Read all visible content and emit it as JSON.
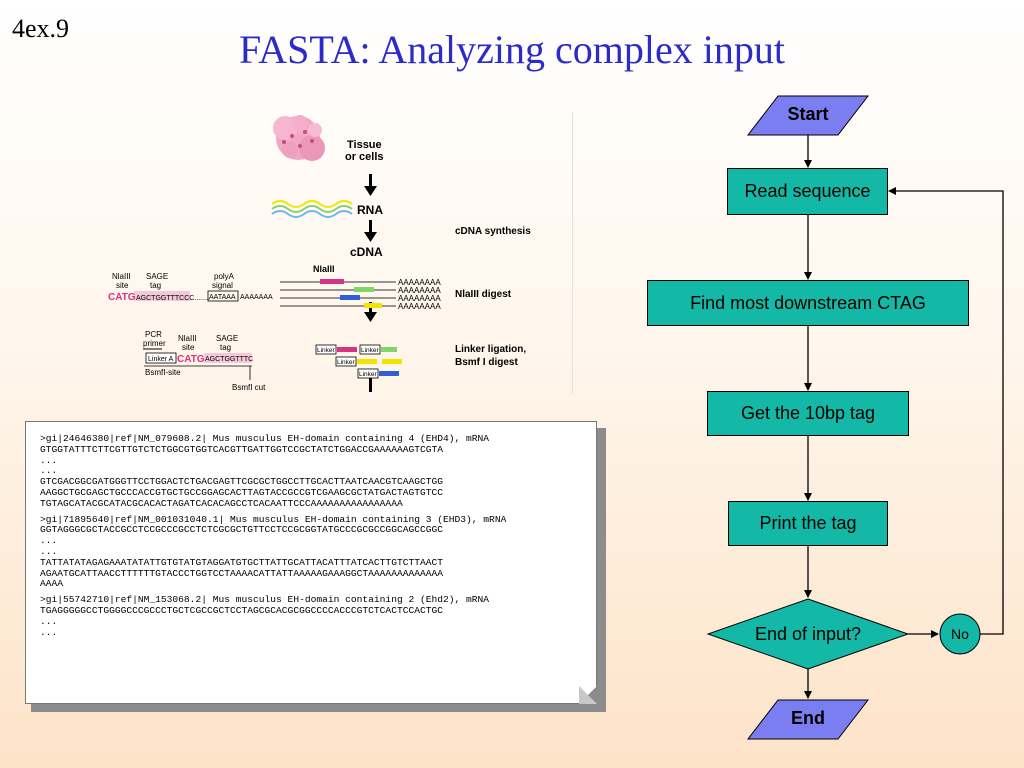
{
  "slide": {
    "number": "4ex.9",
    "title": "FASTA:  Analyzing complex input"
  },
  "sage_figure": {
    "tissue_label_1": "Tissue",
    "tissue_label_2": "or cells",
    "rna": "RNA",
    "cdna": "cDNA",
    "cdna_synthesis": "cDNA synthesis",
    "nlaiii": "NlaIII",
    "polyA": "AAAAAAAA",
    "nlaiii_digest": "NlaIII digest",
    "nlaiii_site_1": "NlaIII",
    "nlaiii_site_2": "site",
    "sage_tag_1": "SAGE",
    "sage_tag_2": "tag",
    "polyA_signal_1": "polyA",
    "polyA_signal_2": "signal",
    "catg": "CATG",
    "tag_seq": "AGCTGGTTTCCC........",
    "aataaa": "AATAAA",
    "aaaa_tail": "AAAAAAA",
    "pcr_primer_1": "PCR",
    "pcr_primer_2": "primer",
    "linker_a": "Linker A",
    "tag_seq2": "AGCTGGTTTC",
    "bsmfi_site": "BsmfI-site",
    "bsmfi_cut": "BsmfI cut",
    "linker": "Linker",
    "ligation_1": "Linker ligation,",
    "ligation_2": "Bsmf I digest",
    "colors": {
      "tissue": "#f2a7c4",
      "catg": "#e0317a",
      "magenta": "#d63384",
      "green": "#7fd46a",
      "blue": "#2e5fd6",
      "yellow": "#f2e400"
    }
  },
  "fasta": {
    "records": [
      {
        "lines": [
          ">gi|24646380|ref|NM_079608.2| Mus musculus EH-domain containing 4 (EHD4), mRNA",
          "GTGGTATTTCTTCGTTGTCTCTGGCGTGGTCACGTTGATTGGTCCGCTATCTGGACCGAAAAAAGTCGTA",
          "...",
          "...",
          "GTCGACGGCGATGGGTTCCTGGACTCTGACGAGTTCGCGCTGGCCTTGCACTTAATCAACGTCAAGCTGG",
          "AAGGCTGCGAGCTGCCCACCGTGCTGCCGGAGCACTTAGTACCGCCGTCGAAGCGCTATGACTAGTGTCC",
          "TGTAGCATACGCATACGCACACTAGATCACACAGCCTCACAATTCCCAAAAAAAAAAAAAAAA"
        ]
      },
      {
        "lines": [
          ">gi|71895640|ref|NM_001031040.1| Mus musculus EH-domain containing 3 (EHD3), mRNA",
          "GGTAGGGCGCTACCGCCTCCGCCCGCCTCTCGCGCTGTTCCTCCGCGGTATGCCCGCGCCGGCAGCCGGC",
          "...",
          "...",
          "TATTATATAGAGAAATATATTGTGTATGTAGGATGTGCTTATTGCATTACATTTATCACTTGTCTTAACT",
          "AGAATGCATTAACCTTTTTTGTACCCTGGTCCTAAAACATTATTAAAAAGAAAGGCTAAAAAAAAAAAAA",
          "AAAA"
        ]
      },
      {
        "lines": [
          ">gi|55742710|ref|NM_153068.2| Mus musculus EH-domain containing 2 (Ehd2), mRNA",
          "TGAGGGGGCCTGGGGCCCGCCCTGCTCGCCGCTCCTAGCGCACGCGGCCCCACCCGTCTCACTCCACTGC",
          "...",
          "..."
        ]
      }
    ]
  },
  "flowchart": {
    "start": "Start",
    "read": "Read sequence",
    "find": "Find most downstream CTAG",
    "get": "Get the 10bp tag",
    "print": "Print the tag",
    "decision": "End of input?",
    "no": "No",
    "end": "End",
    "colors": {
      "terminal": "#7b7ef0",
      "process": "#14b8a6",
      "decision": "#14b8a6"
    }
  }
}
